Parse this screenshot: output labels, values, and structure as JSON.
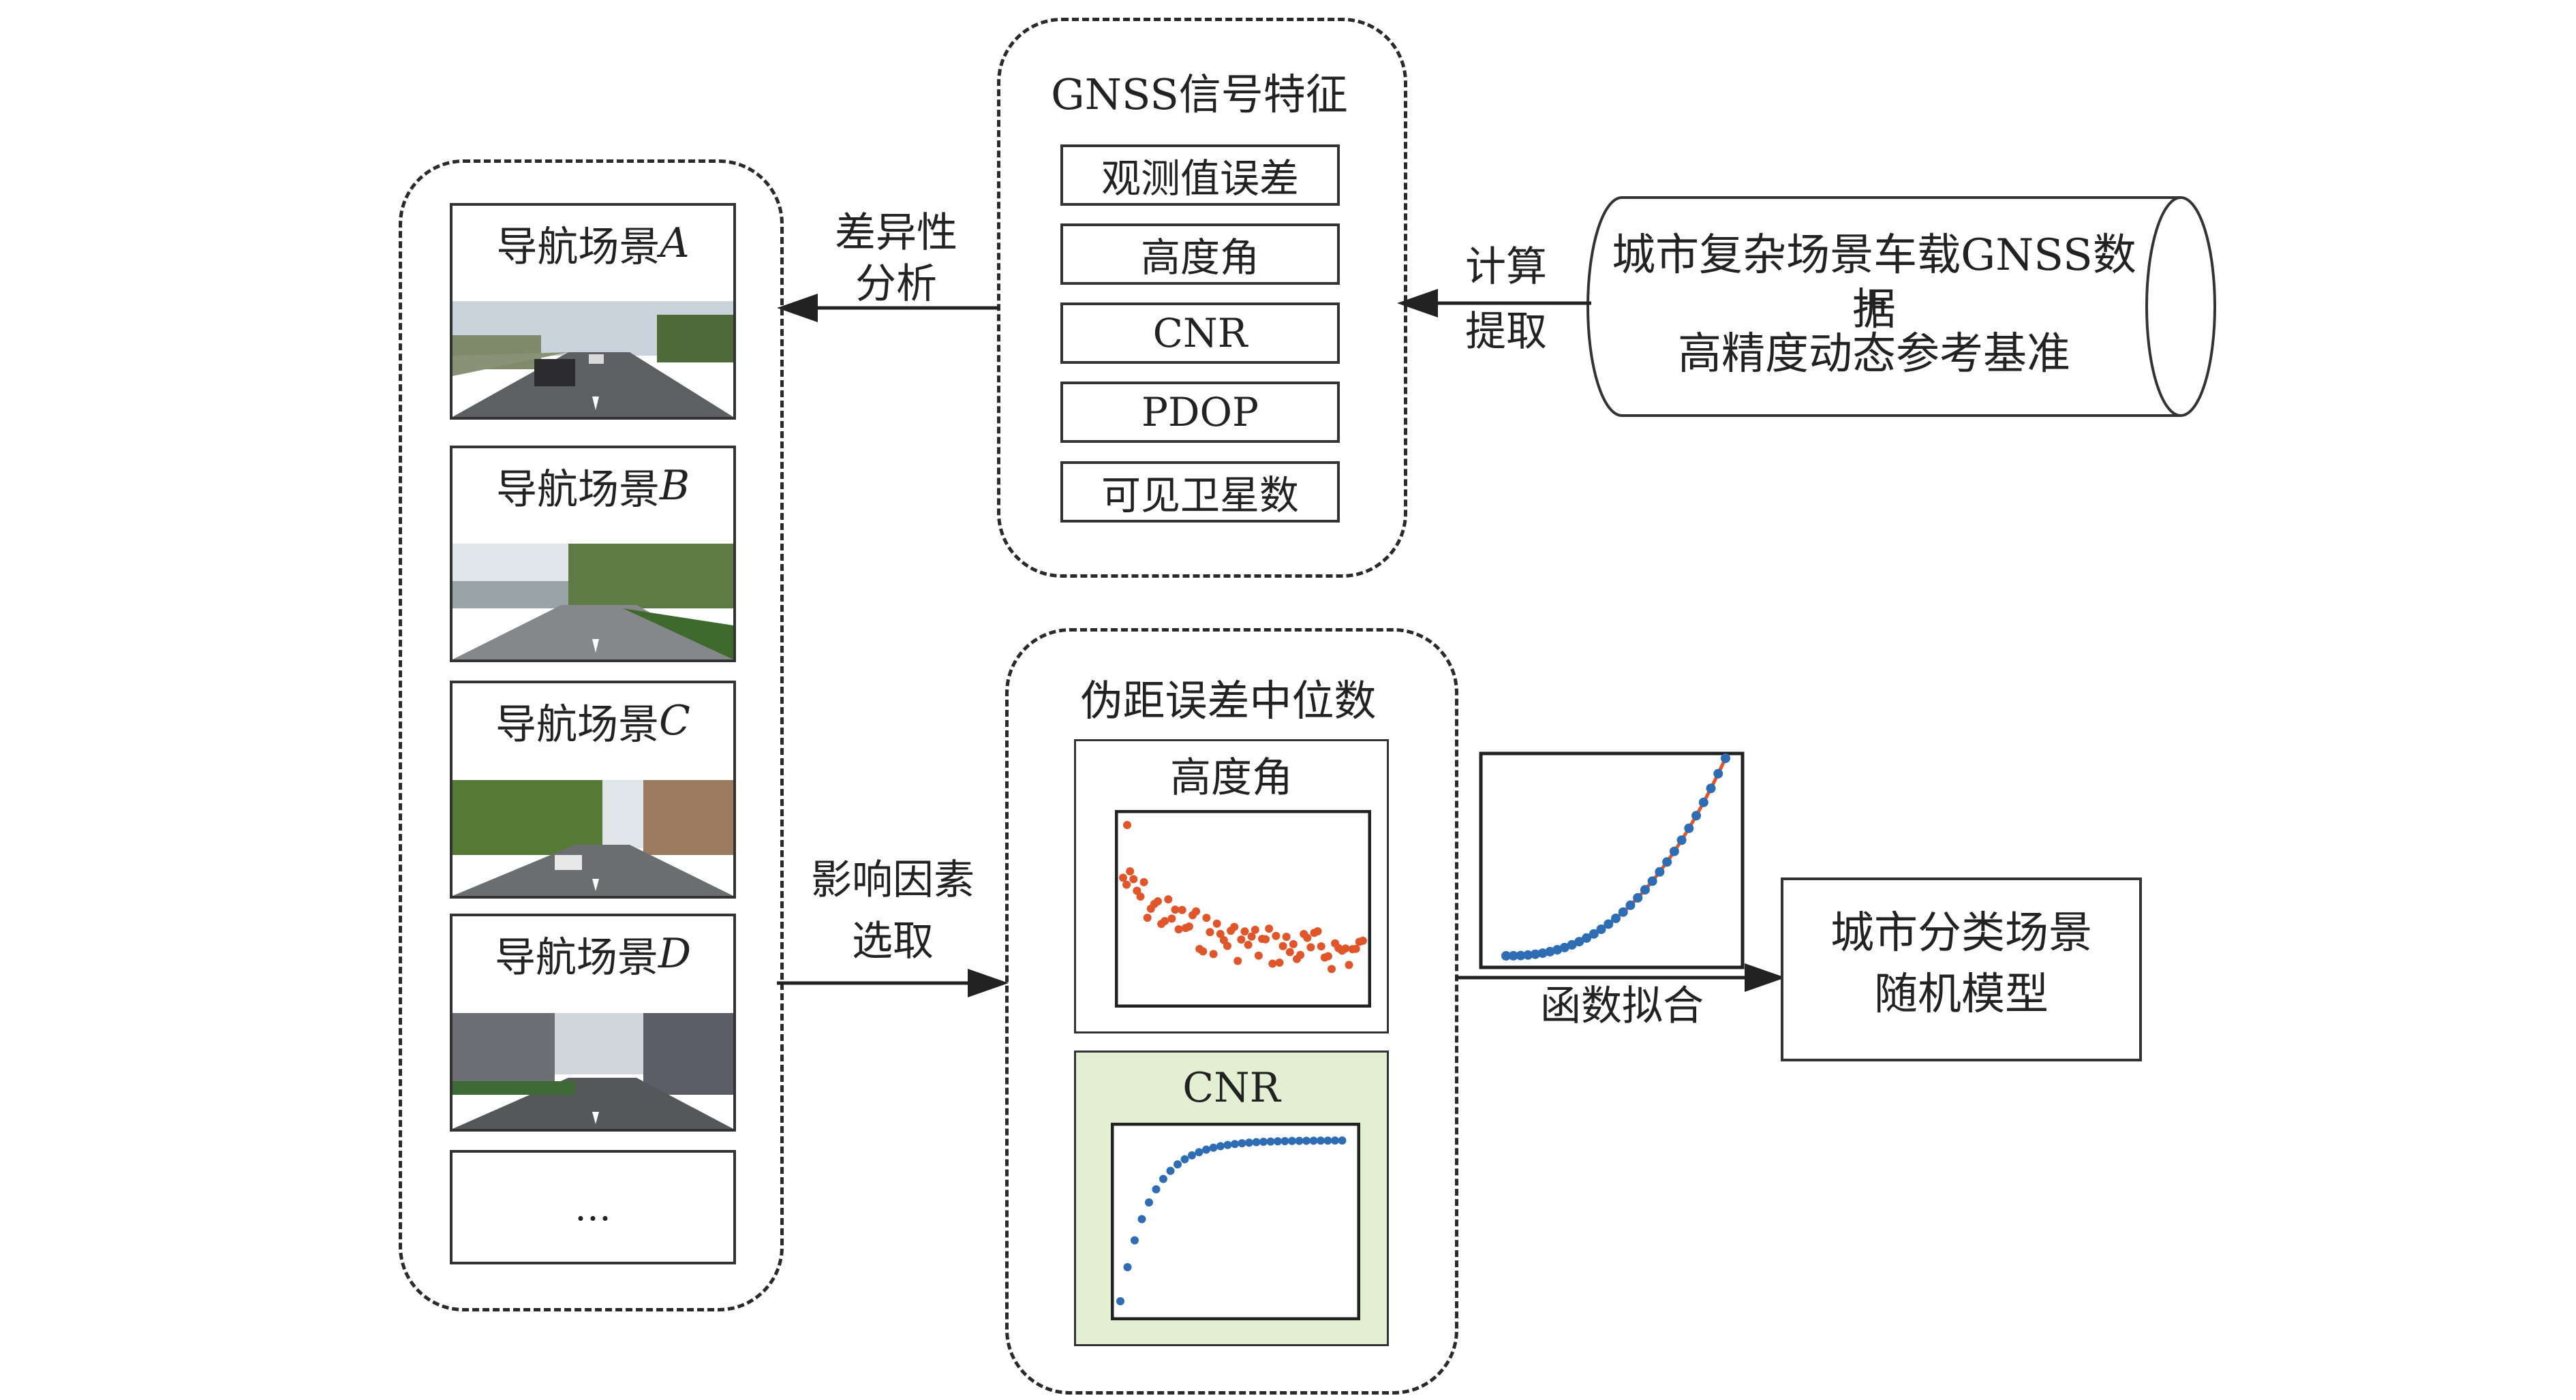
{
  "diagram": {
    "gnss_features": {
      "title": "GNSS信号特征",
      "items": [
        "观测值误差",
        "高度角",
        "CNR",
        "PDOP",
        "可见卫星数"
      ]
    },
    "data_source": {
      "line1": "城市复杂场景车载GNSS数据",
      "plus": "+",
      "line2": "高精度动态参考基准"
    },
    "arrow_compute": {
      "line1": "计算",
      "line2": "提取"
    },
    "arrow_diff": {
      "line1": "差异性",
      "line2": "分析"
    },
    "scenes": [
      {
        "prefix": "导航场景",
        "letter": "A"
      },
      {
        "prefix": "导航场景",
        "letter": "B"
      },
      {
        "prefix": "导航场景",
        "letter": "C"
      },
      {
        "prefix": "导航场景",
        "letter": "D"
      }
    ],
    "scene_more": "…",
    "arrow_select": {
      "line1": "影响因素",
      "line2": "选取"
    },
    "pseudorange": {
      "title": "伪距误差中位数",
      "plot1_title": "高度角",
      "plot2_title": "CNR"
    },
    "arrow_fit": "函数拟合",
    "result": {
      "line1": "城市分类场景",
      "line2": "随机模型"
    },
    "colors": {
      "orange_points": "#e0552a",
      "blue_points": "#2e6db4",
      "fit_line": "#e0552a",
      "cnr_panel_bg": "#e3efd3"
    }
  }
}
